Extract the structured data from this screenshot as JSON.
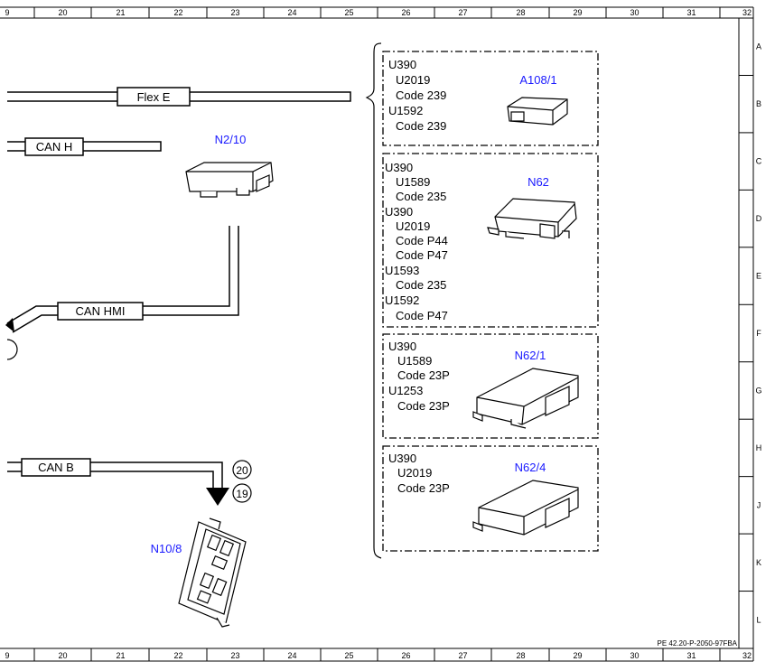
{
  "sheet": {
    "columns": [
      "9",
      "20",
      "21",
      "22",
      "23",
      "24",
      "25",
      "26",
      "27",
      "28",
      "29",
      "30",
      "31",
      "32"
    ],
    "rows": [
      "A",
      "B",
      "C",
      "D",
      "E",
      "F",
      "G",
      "H",
      "J",
      "K",
      "L"
    ],
    "doc_code": "PE 42.20-P-2050-97FBA"
  },
  "buses": {
    "flex_e": "Flex E",
    "can_h": "CAN H",
    "can_hmi": "CAN HMI",
    "can_b": "CAN B"
  },
  "components": {
    "n2_10": "N2/10",
    "n10_8": "N10/8"
  },
  "connectors": {
    "c20": "20",
    "c19": "19"
  },
  "option_boxes": [
    {
      "component": "A108/1",
      "lines": [
        "U390",
        "U2019",
        "Code 239",
        "U1592",
        "Code 239"
      ]
    },
    {
      "component": "N62",
      "lines": [
        "U390",
        "U1589",
        "Code 235",
        "U390",
        "U2019",
        "Code P44",
        "Code P47",
        "U1593",
        "Code 235",
        "U1592",
        "Code P47"
      ]
    },
    {
      "component": "N62/1",
      "lines": [
        "U390",
        "U1589",
        "Code 23P",
        "U1253",
        "Code 23P"
      ]
    },
    {
      "component": "N62/4",
      "lines": [
        "U390",
        "U2019",
        "Code 23P"
      ]
    }
  ]
}
